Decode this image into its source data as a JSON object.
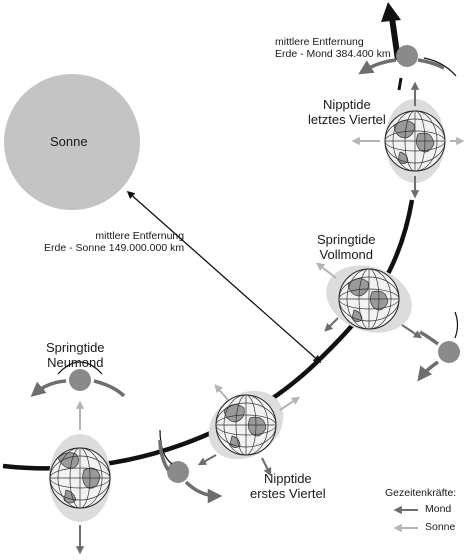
{
  "sun": {
    "label": "Sonne"
  },
  "distance_sun": {
    "line1": "mittlere Entfernung",
    "line2": "Erde - Sonne 149.000.000 km"
  },
  "distance_moon": {
    "line1": "mittlere Entfernung",
    "line2": "Erde - Mond 384.400 km"
  },
  "phases": {
    "new_moon": {
      "line1": "Springtide",
      "line2": "Neumond"
    },
    "first_quarter": {
      "line1": "Nipptide",
      "line2": "erstes Viertel"
    },
    "full_moon": {
      "line1": "Springtide",
      "line2": "Vollmond"
    },
    "last_quarter": {
      "line1": "Nipptide",
      "line2": "letztes Viertel"
    }
  },
  "legend": {
    "title": "Gezeitenkräfte:",
    "moon": "Mond",
    "sun": "Sonne"
  },
  "colors": {
    "sun_fill": "#c4c4c4",
    "moon_fill": "#8a8a8a",
    "bulge_fill": "#dcdcdc",
    "orbit": "#111111",
    "moon_force_arrow": "#6e6e6e",
    "sun_force_arrow": "#b4b4b4"
  }
}
